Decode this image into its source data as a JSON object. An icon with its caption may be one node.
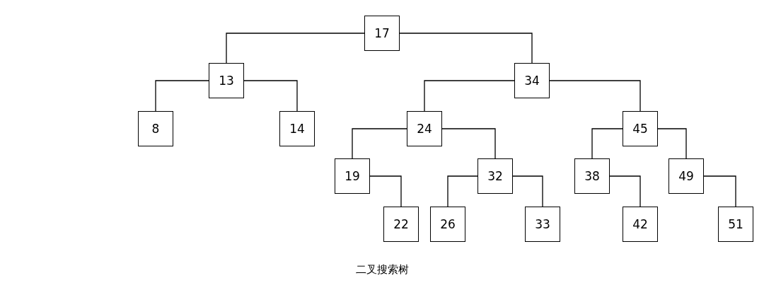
{
  "diagram": {
    "caption": "二叉搜索树",
    "nodes": [
      {
        "text": [
          "17"
        ]
      },
      {
        "text": [
          "13"
        ]
      },
      {
        "text": [
          "34"
        ]
      },
      {
        "text": [
          "8"
        ]
      },
      {
        "text": [
          "14"
        ]
      },
      {
        "text": [
          "24"
        ]
      },
      {
        "text": [
          "45"
        ]
      },
      {
        "text": [
          "19"
        ]
      },
      {
        "text": [
          "32"
        ]
      },
      {
        "text": [
          "38"
        ]
      },
      {
        "text": [
          "49"
        ]
      },
      {
        "text": [
          "22"
        ]
      },
      {
        "text": [
          "26"
        ]
      },
      {
        "text": [
          "33"
        ]
      },
      {
        "text": [
          "42"
        ]
      },
      {
        "text": [
          "51"
        ]
      }
    ],
    "edges": [
      {
        "from": 0,
        "to": 1,
        "arrow": "none"
      },
      {
        "from": 0,
        "to": 2,
        "arrow": "none"
      },
      {
        "from": 1,
        "to": 3,
        "arrow": "none"
      },
      {
        "from": 1,
        "to": 4,
        "arrow": "none"
      },
      {
        "from": 2,
        "to": 5,
        "arrow": "none"
      },
      {
        "from": 2,
        "to": 6,
        "arrow": "none"
      },
      {
        "from": 5,
        "to": 7,
        "arrow": "none"
      },
      {
        "from": 5,
        "to": 8,
        "arrow": "none"
      },
      {
        "from": 6,
        "to": 9,
        "arrow": "none"
      },
      {
        "from": 6,
        "to": 10,
        "arrow": "none"
      },
      {
        "from": 7,
        "to": 11,
        "arrow": "none"
      },
      {
        "from": 8,
        "to": 12,
        "arrow": "none"
      },
      {
        "from": 8,
        "to": 13,
        "arrow": "none"
      },
      {
        "from": 9,
        "to": 14,
        "arrow": "none"
      },
      {
        "from": 10,
        "to": 15,
        "arrow": "none"
      }
    ]
  }
}
